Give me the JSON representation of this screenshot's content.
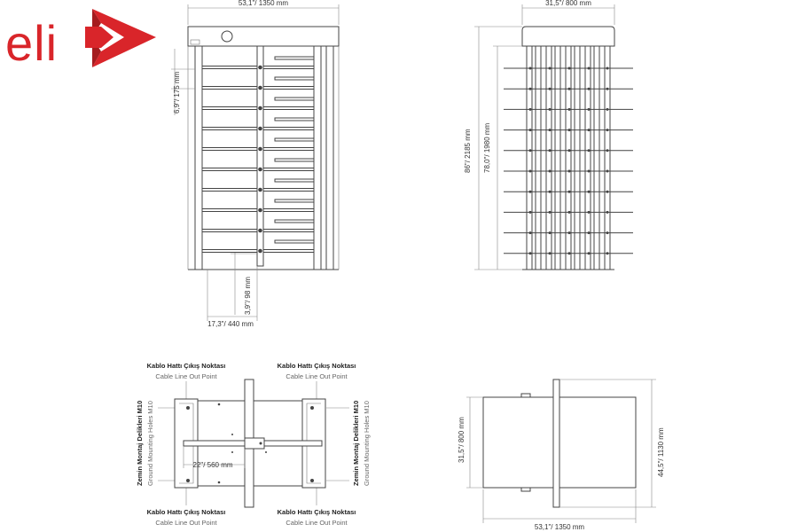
{
  "logo": {
    "text": "eli",
    "color": "#d9252a"
  },
  "front_view": {
    "width_label": "53,1\"/ 1350 mm",
    "arm_spacing_label": "6,9\"/ 175 mm",
    "bottom_gap_label": "3,9\"/ 98 mm",
    "lane_label": "17,3\"/ 440 mm"
  },
  "side_view": {
    "width_label": "31,5\"/ 800 mm",
    "total_height_label": "86\"/ 2185 mm",
    "inner_height_label": "78,0\"/ 1980 mm"
  },
  "floor_plan": {
    "cable_title": "Kablo Hattı Çıkış Noktası",
    "cable_sub": "Cable Line Out Point",
    "mount_title": "Zemin Montaj Delikleri M10",
    "mount_sub": "Ground Mounting Holes M10",
    "arm_label": "22\"/ 560 mm"
  },
  "top_view": {
    "depth_label": "31,5\"/ 800 mm",
    "total_depth_label": "44,5\"/ 1130 mm",
    "width_label": "53,1\"/ 1350 mm"
  }
}
